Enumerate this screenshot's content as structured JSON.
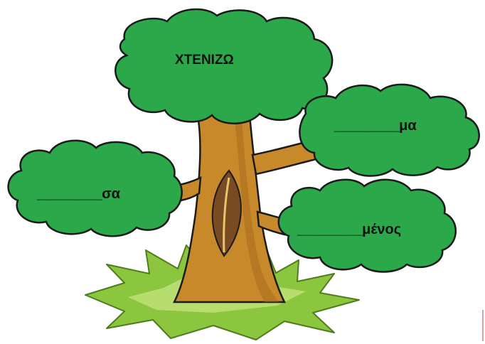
{
  "worksheet": {
    "root_word": "ΧΤΕΝΙΖΩ",
    "branches": [
      {
        "blank": "_________",
        "suffix": "μα"
      },
      {
        "blank": "_________",
        "suffix": "σα"
      },
      {
        "blank": "_________",
        "suffix": "μένος"
      }
    ]
  },
  "colors": {
    "foliage": "#2aa84a",
    "foliage_outline": "#1b1b1b",
    "trunk": "#c8892a",
    "trunk_shade": "#a86a1c",
    "leaf_mark": "#7a4a22",
    "grass": "#8cc63f",
    "grass_light": "#b7dd6e"
  }
}
